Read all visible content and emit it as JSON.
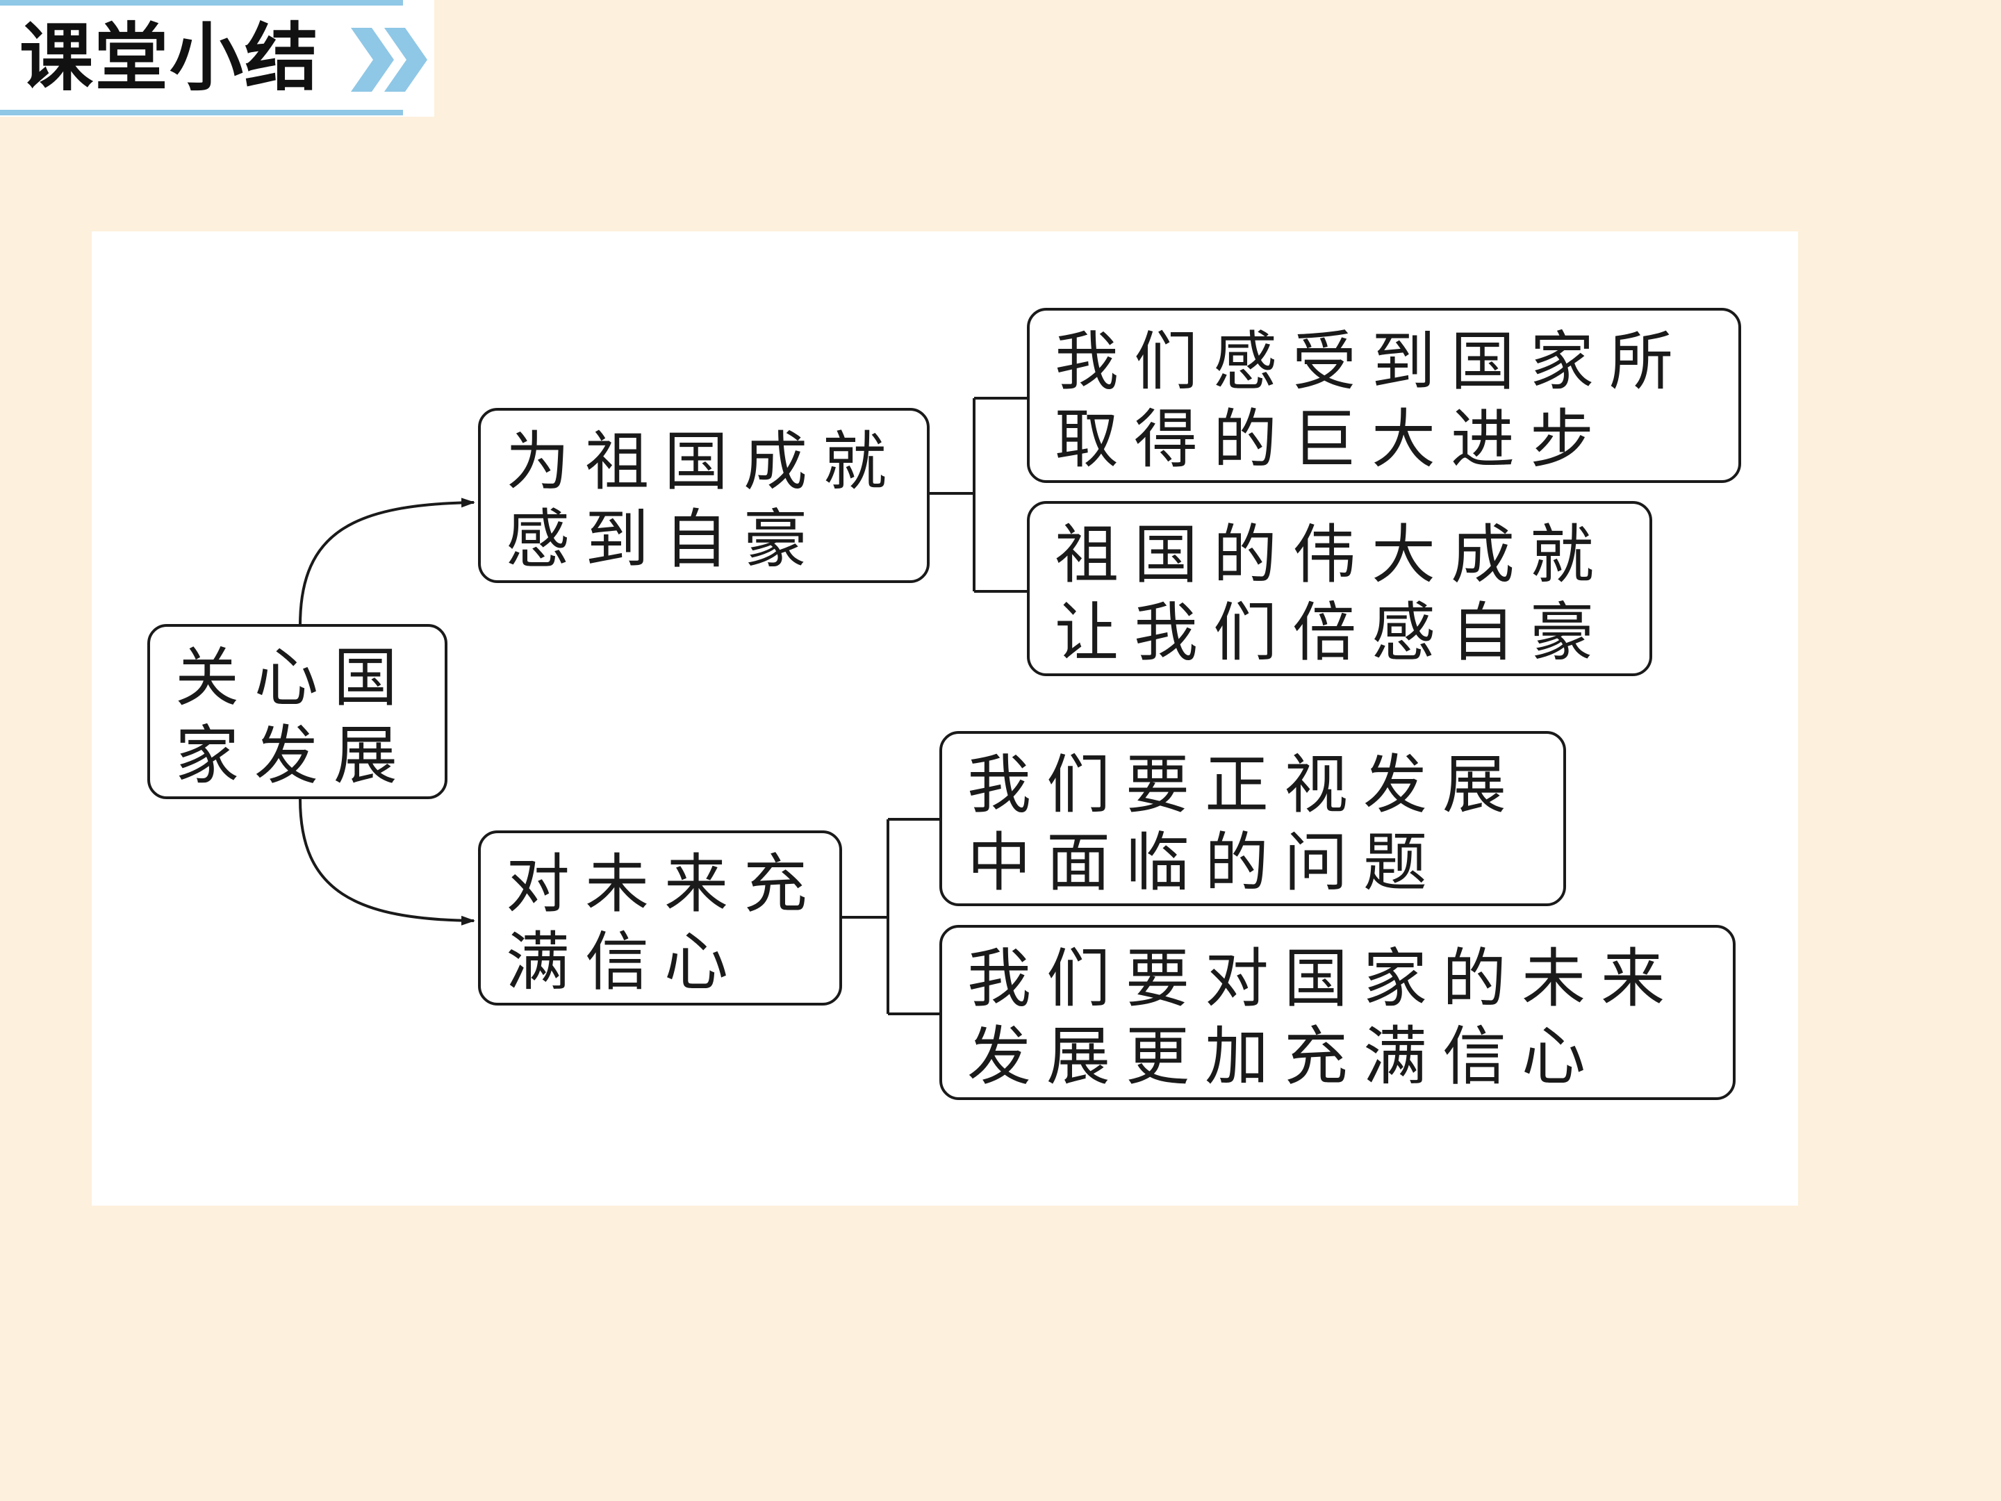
{
  "header": {
    "title": "课堂小结",
    "chevron_icon": "double-chevron-right-icon",
    "accent_color": "#8fc7e6"
  },
  "diagram": {
    "root": {
      "line1": "关心国",
      "line2": "家发展"
    },
    "branches": [
      {
        "line1": "为祖国成就",
        "line2": "感到自豪",
        "children": [
          {
            "line1": "我们感受到国家所",
            "line2": "取得的巨大进步"
          },
          {
            "line1": "祖国的伟大成就",
            "line2": "让我们倍感自豪"
          }
        ]
      },
      {
        "line1": "对未来充",
        "line2": "满信心",
        "children": [
          {
            "line1": "我们要正视发展",
            "line2": "中面临的问题"
          },
          {
            "line1": "我们要对国家的未来",
            "line2": "发展更加充满信心"
          }
        ]
      }
    ]
  }
}
